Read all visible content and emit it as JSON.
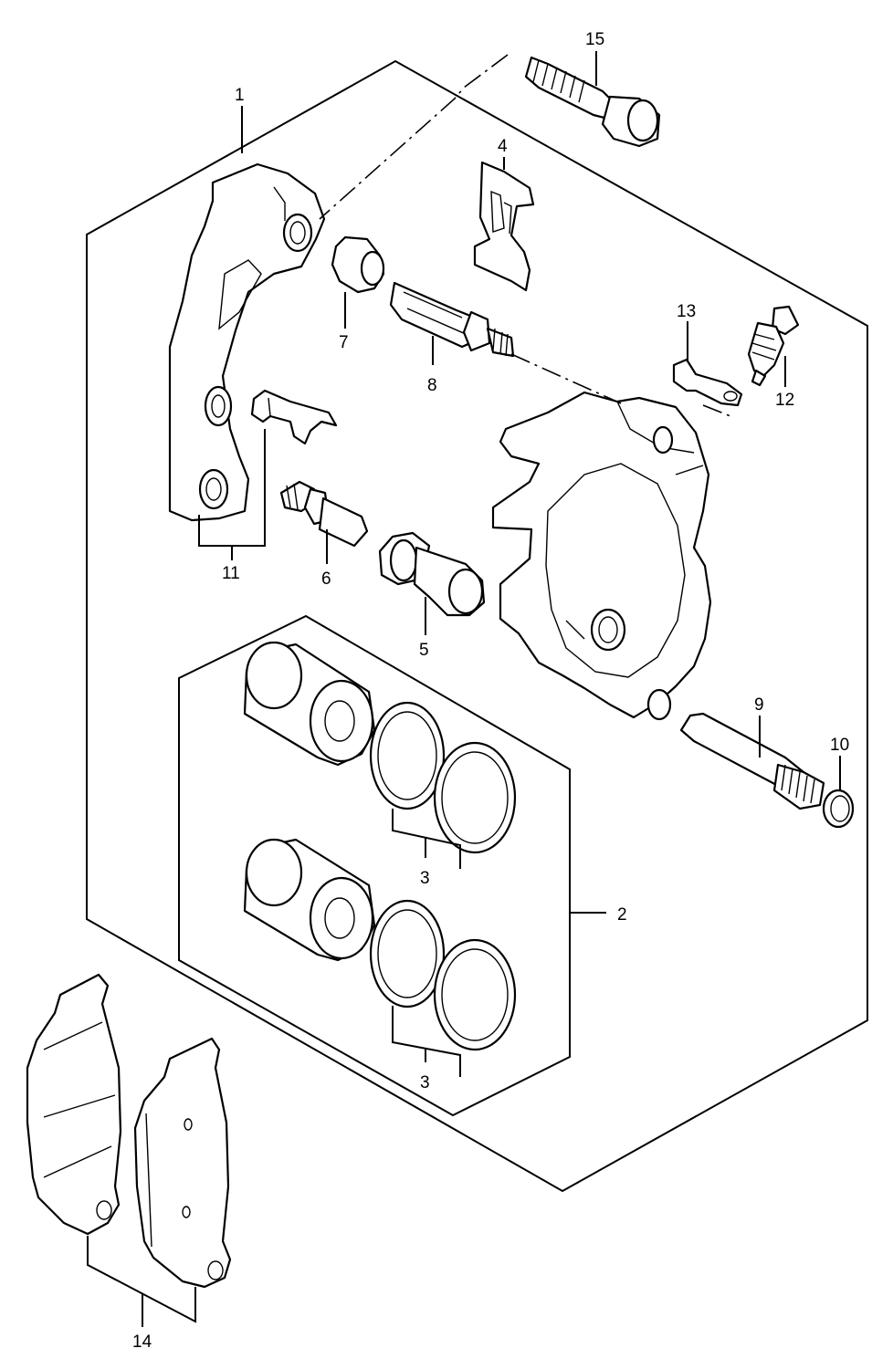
{
  "callouts": [
    {
      "id": "1",
      "label": "1"
    },
    {
      "id": "2",
      "label": "2"
    },
    {
      "id": "3a",
      "label": "3"
    },
    {
      "id": "3b",
      "label": "3"
    },
    {
      "id": "4",
      "label": "4"
    },
    {
      "id": "5",
      "label": "5"
    },
    {
      "id": "6",
      "label": "6"
    },
    {
      "id": "7",
      "label": "7"
    },
    {
      "id": "8",
      "label": "8"
    },
    {
      "id": "9",
      "label": "9"
    },
    {
      "id": "10",
      "label": "10"
    },
    {
      "id": "11",
      "label": "11"
    },
    {
      "id": "12",
      "label": "12"
    },
    {
      "id": "13",
      "label": "13"
    },
    {
      "id": "14",
      "label": "14"
    },
    {
      "id": "15",
      "label": "15"
    }
  ]
}
